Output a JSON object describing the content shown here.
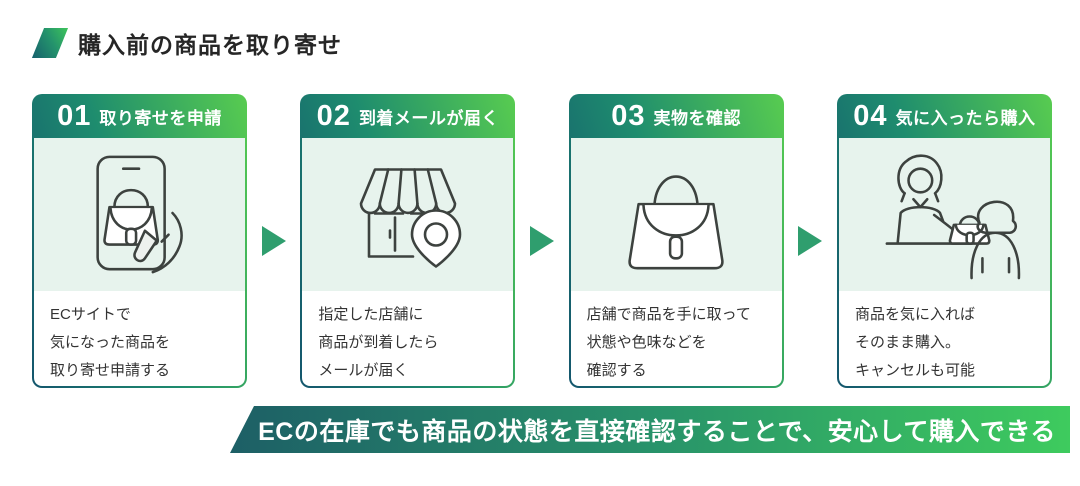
{
  "title": {
    "text": "購入前の商品を取り寄せ"
  },
  "steps": [
    {
      "number": "01",
      "title": "取り寄せを申請",
      "icon": "phone-order-icon",
      "lines": [
        "ECサイトで",
        "気になった商品を",
        "取り寄せ申請する"
      ]
    },
    {
      "number": "02",
      "title": "到着メールが届く",
      "icon": "store-location-icon",
      "lines": [
        "指定した店舗に",
        "商品が到着したら",
        "メールが届く"
      ]
    },
    {
      "number": "03",
      "title": "実物を確認",
      "icon": "handbag-icon",
      "lines": [
        "店舗で商品を手に取って",
        "状態や色味などを",
        "確認する"
      ]
    },
    {
      "number": "04",
      "title": "気に入ったら購入",
      "icon": "purchase-counter-icon",
      "lines": [
        "商品を気に入れば",
        "そのまま購入。",
        "キャンセルも可能"
      ]
    }
  ],
  "banner": {
    "text": "ECの在庫でも商品の状態を直接確認することで、安心して購入できる"
  },
  "colors": {
    "gradient_start": "#14566d",
    "gradient_mid": "#1e8c6e",
    "gradient_end": "#58cc50",
    "arrow": "#2f9e6e",
    "icon_area_bg": "#e7f3ed",
    "banner_start": "#1d5f66",
    "banner_end": "#3ecb5e",
    "body_text": "#333333",
    "title_text": "#262626",
    "header_text": "#ffffff"
  }
}
